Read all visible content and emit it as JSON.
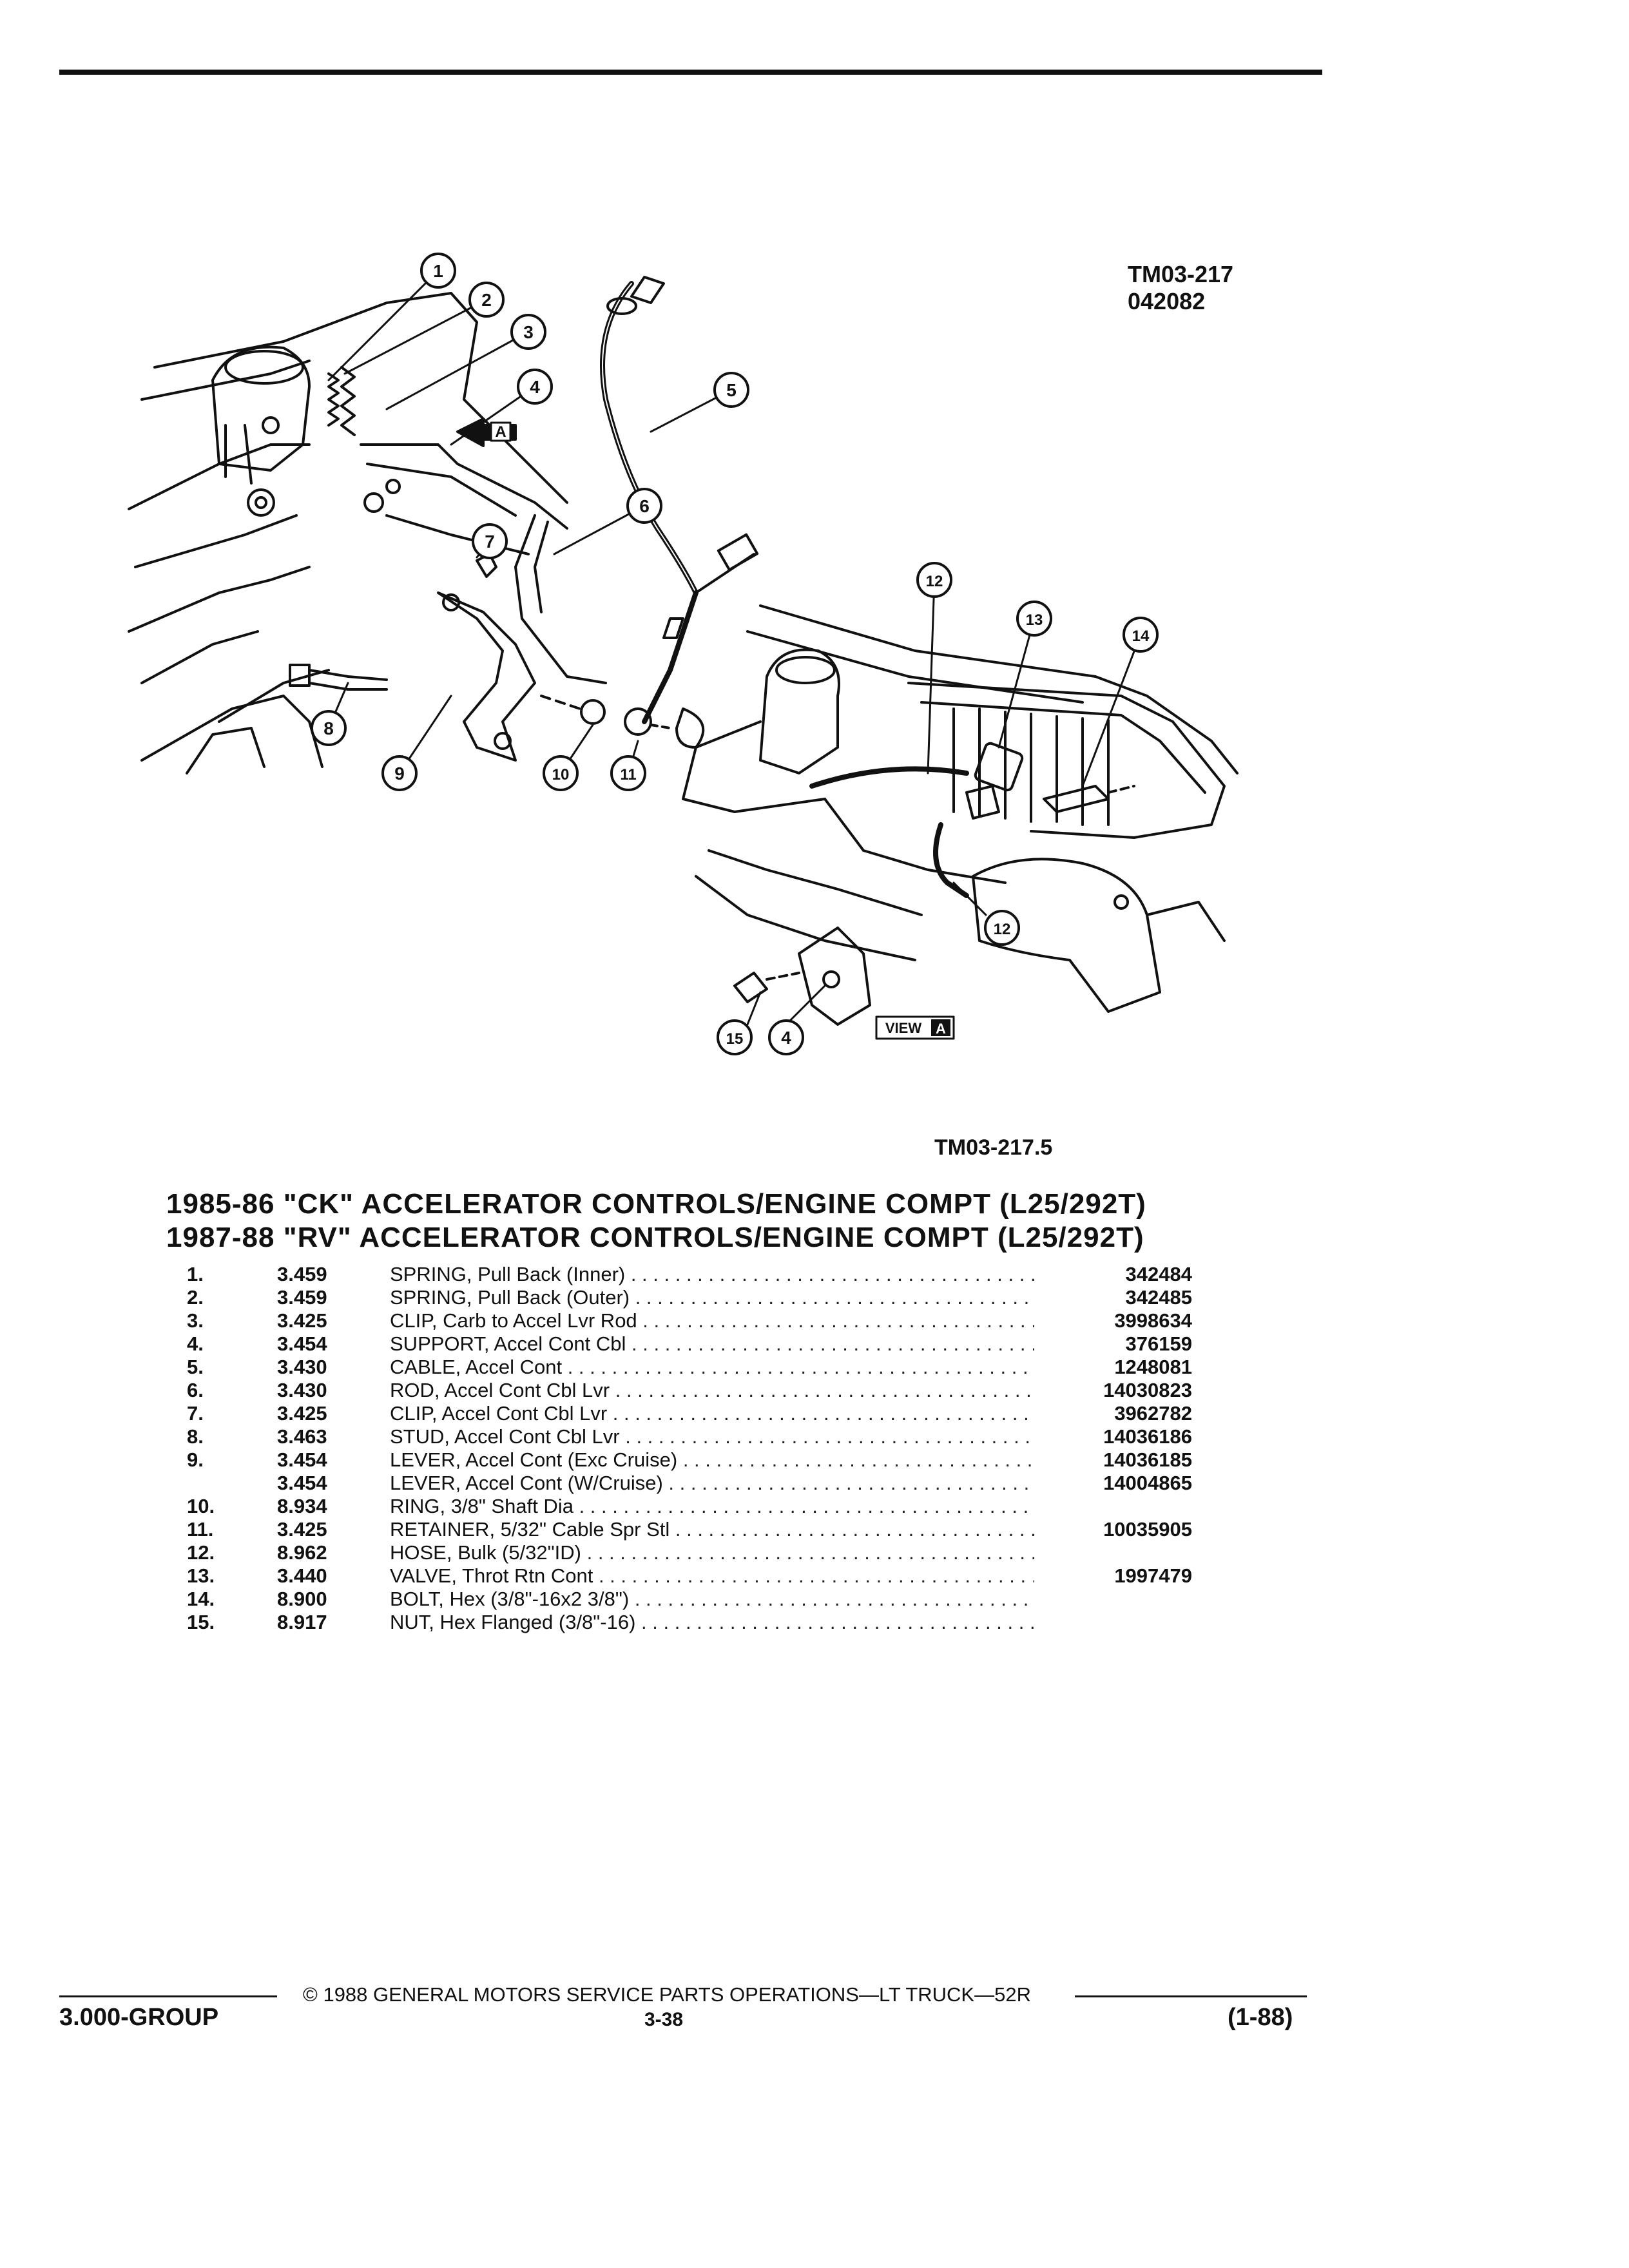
{
  "figure": {
    "ref_line1": "TM03-217",
    "ref_line2": "042082",
    "caption": "TM03-217.5",
    "view_label": "VIEW",
    "view_letter": "A",
    "arrow_letter": "A",
    "callouts": [
      "1",
      "2",
      "3",
      "4",
      "5",
      "6",
      "7",
      "8",
      "9",
      "10",
      "11",
      "12",
      "13",
      "14",
      "12",
      "15",
      "4"
    ]
  },
  "title": {
    "line1": "1985-86 \"CK\" ACCELERATOR CONTROLS/ENGINE COMPT (L25/292T)",
    "line2": "1987-88 \"RV\" ACCELERATOR CONTROLS/ENGINE COMPT (L25/292T)"
  },
  "parts": [
    {
      "num": "1.",
      "group": "3.459",
      "desc": "SPRING, Pull Back (Inner)",
      "part": "342484"
    },
    {
      "num": "2.",
      "group": "3.459",
      "desc": "SPRING, Pull Back (Outer)",
      "part": "342485"
    },
    {
      "num": "3.",
      "group": "3.425",
      "desc": "CLIP, Carb to Accel Lvr Rod",
      "part": "3998634"
    },
    {
      "num": "4.",
      "group": "3.454",
      "desc": "SUPPORT, Accel Cont Cbl",
      "part": "376159"
    },
    {
      "num": "5.",
      "group": "3.430",
      "desc": "CABLE, Accel Cont",
      "part": "1248081"
    },
    {
      "num": "6.",
      "group": "3.430",
      "desc": "ROD, Accel Cont Cbl Lvr",
      "part": "14030823"
    },
    {
      "num": "7.",
      "group": "3.425",
      "desc": "CLIP, Accel Cont Cbl Lvr",
      "part": "3962782"
    },
    {
      "num": "8.",
      "group": "3.463",
      "desc": "STUD, Accel Cont Cbl Lvr",
      "part": "14036186"
    },
    {
      "num": "9.",
      "group": "3.454",
      "desc": "LEVER, Accel Cont (Exc Cruise)",
      "part": "14036185"
    },
    {
      "num": "",
      "group": "3.454",
      "desc": "LEVER, Accel Cont (W/Cruise)",
      "part": "14004865"
    },
    {
      "num": "10.",
      "group": "8.934",
      "desc": "RING, 3/8\" Shaft Dia",
      "part": ""
    },
    {
      "num": "11.",
      "group": "3.425",
      "desc": "RETAINER, 5/32\" Cable Spr Stl",
      "part": "10035905"
    },
    {
      "num": "12.",
      "group": "8.962",
      "desc": "HOSE, Bulk (5/32\"ID)",
      "part": ""
    },
    {
      "num": "13.",
      "group": "3.440",
      "desc": "VALVE, Throt Rtn Cont",
      "part": "1997479"
    },
    {
      "num": "14.",
      "group": "8.900",
      "desc": "BOLT, Hex (3/8\"-16x2 3/8\")",
      "part": ""
    },
    {
      "num": "15.",
      "group": "8.917",
      "desc": "NUT, Hex Flanged (3/8\"-16)",
      "part": ""
    }
  ],
  "footer": {
    "copyright": "© 1988 GENERAL MOTORS SERVICE PARTS OPERATIONS—LT TRUCK—52R",
    "group": "3.000-GROUP",
    "page": "3-38",
    "revision": "(1-88)"
  }
}
